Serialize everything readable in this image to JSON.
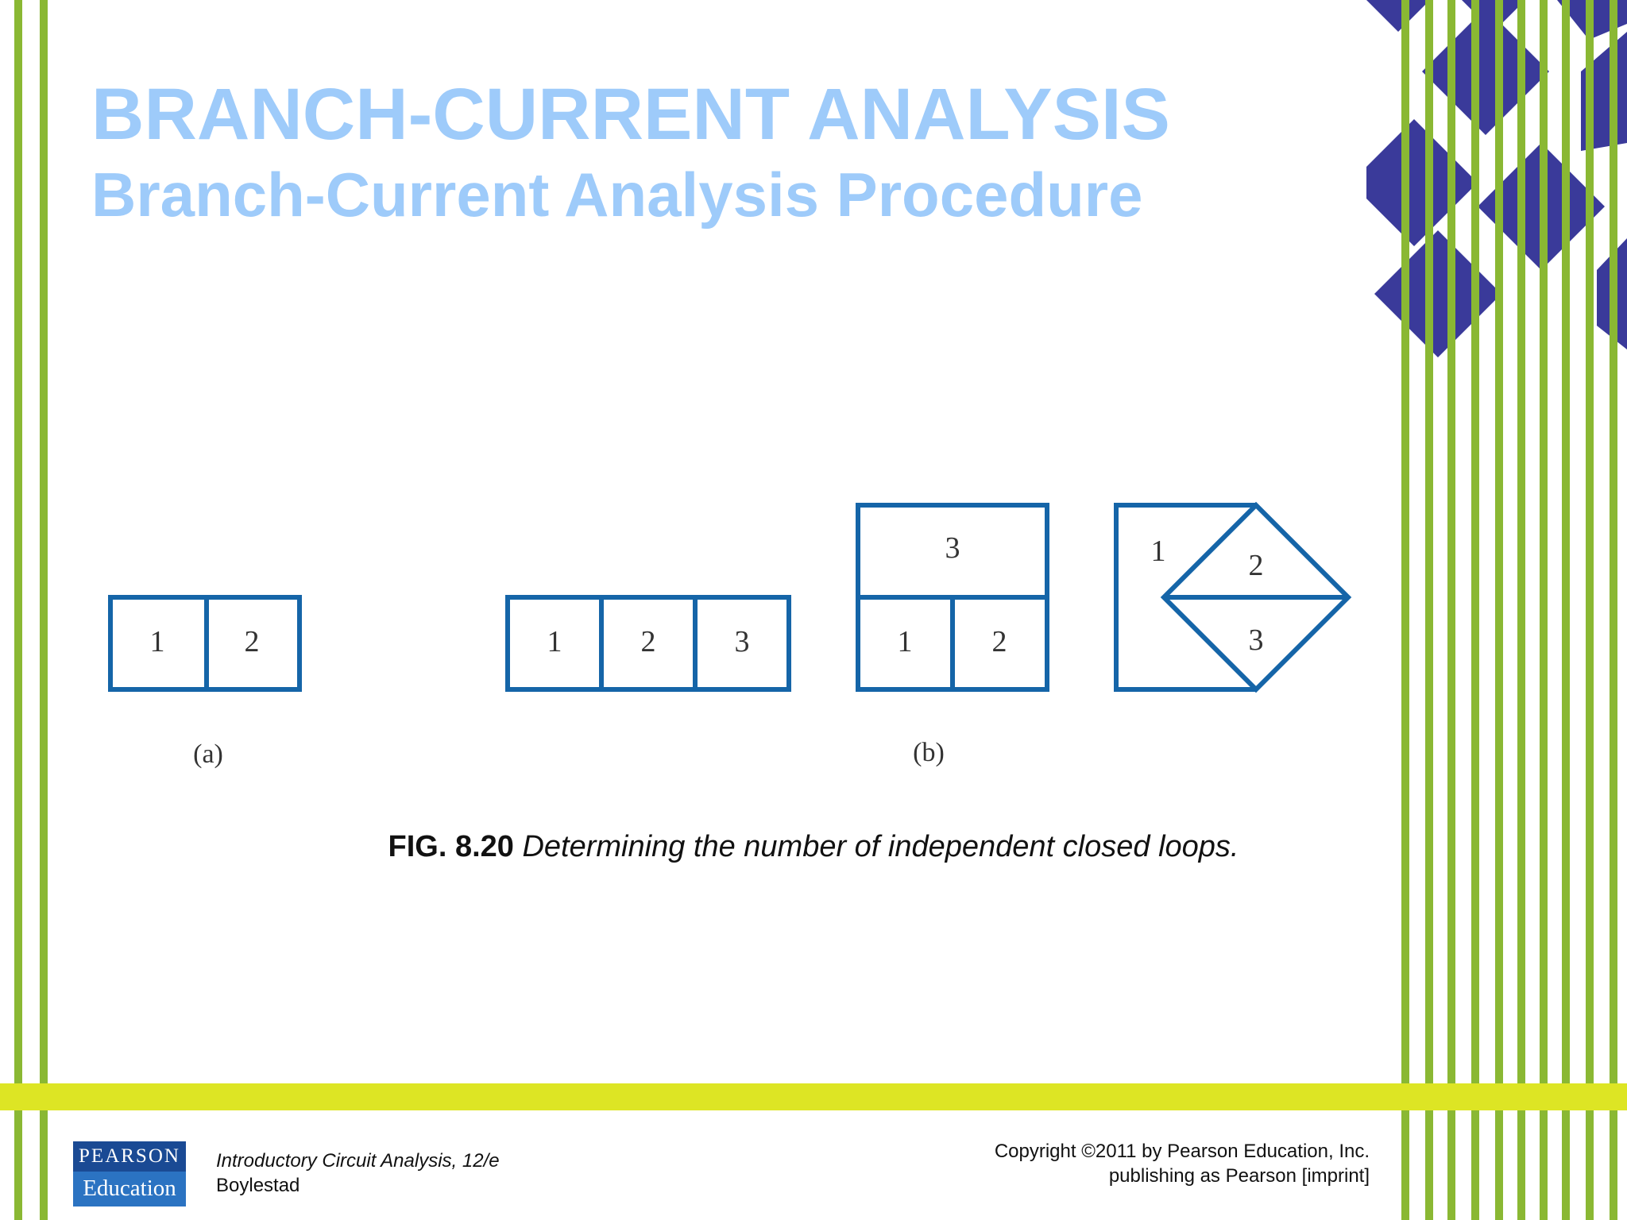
{
  "slide": {
    "title": "BRANCH-CURRENT ANALYSIS",
    "subtitle": "Branch-Current Analysis Procedure"
  },
  "figure": {
    "part_a_label": "(a)",
    "part_b_label": "(b)",
    "loops": {
      "a1": "1",
      "a2": "2",
      "b1_1": "1",
      "b1_2": "2",
      "b1_3": "3",
      "b2_1": "1",
      "b2_2": "2",
      "b2_3": "3",
      "b3_1": "1",
      "b3_2": "2",
      "b3_3": "3"
    },
    "line_color": "#1565a8"
  },
  "caption": {
    "number": "FIG. 8.20",
    "text": "Determining the number of independent closed loops."
  },
  "footer": {
    "logo_top": "PEARSON",
    "logo_bottom": "Education",
    "book_title": "Introductory Circuit Analysis, 12/e",
    "author": "Boylestad",
    "copyright_line1": "Copyright ©2011 by Pearson Education, Inc.",
    "copyright_line2": "publishing as Pearson [imprint]"
  },
  "colors": {
    "title": "#9ecbfa",
    "stripe_green": "#8ab833",
    "band_yellow": "#dde524",
    "diamond_navy": "#3a3a9a"
  }
}
